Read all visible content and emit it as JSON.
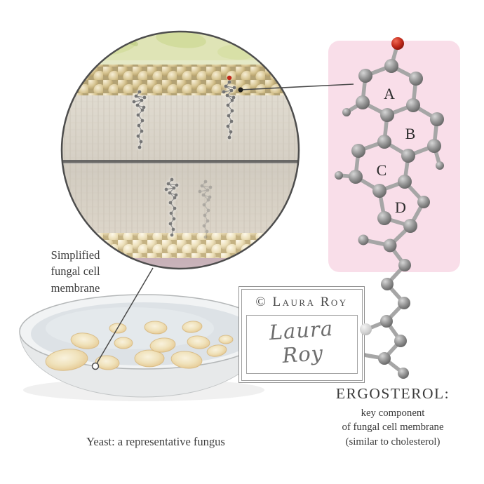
{
  "figure": {
    "membrane_caption": {
      "line1": "Simplified",
      "line2": "fungal cell",
      "line3": "membrane"
    },
    "dish_caption": "Yeast: a representative fungus",
    "ergosterol": {
      "title": "ERGOSTEROL:",
      "line1": "key component",
      "line2": "of fungal cell membrane",
      "line3": "(similar to cholesterol)"
    },
    "rings": {
      "a": "A",
      "b": "B",
      "c": "C",
      "d": "D"
    },
    "watermark": {
      "copyright": "© Laura Roy",
      "signature": "Laura Roy"
    }
  },
  "colors": {
    "panel_pink": "#f9dee9",
    "atom_gray": "#8f8f8f",
    "oxygen_red": "#bb2a1e",
    "lipid_head_tan": "#d9c795",
    "membrane_body": "#d6d0c5",
    "cytoplasm_mauve": "#c3acb3",
    "cell_wall_green": "#dfe4b6",
    "colony_tan": "#ecd6a0"
  }
}
